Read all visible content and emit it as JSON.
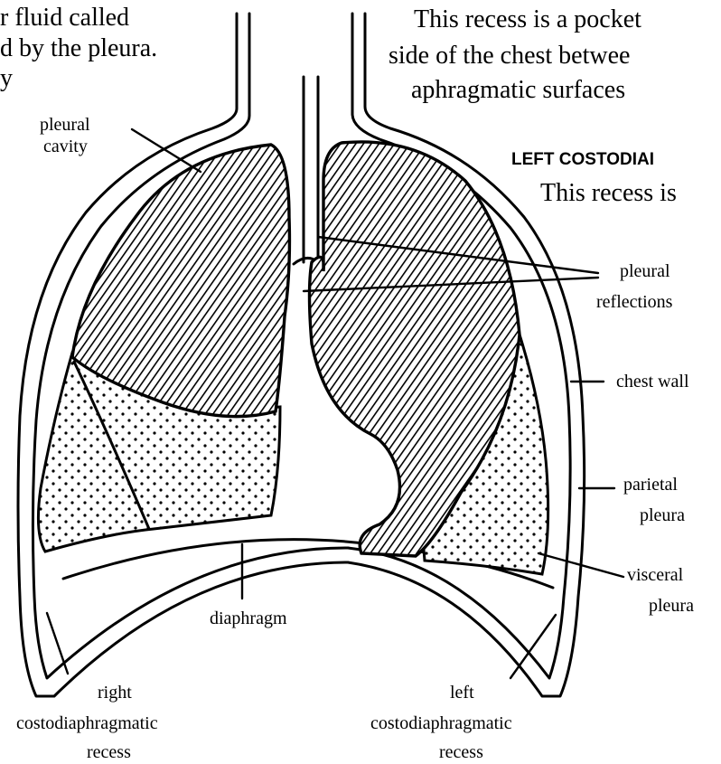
{
  "text_fragments": {
    "top_left_line1": "r fluid called",
    "top_left_line2": "d by the pleura.",
    "top_left_line3": "y",
    "top_right_line1": "This recess is a pocket",
    "top_right_line2": "side of the chest betwee",
    "top_right_line3": "aphragmatic surfaces",
    "left_costo_heading": "LEFT COSTODIAI",
    "left_costo_line": "This recess is"
  },
  "labels": {
    "pleural_cavity_1": "pleural",
    "pleural_cavity_2": "cavity",
    "pleural_reflections_1": "pleural",
    "pleural_reflections_2": "reflections",
    "chest_wall": "chest wall",
    "parietal_pleura_1": "parietal",
    "parietal_pleura_2": "pleura",
    "visceral_pleura_1": "visceral",
    "visceral_pleura_2": "pleura",
    "diaphragm": "diaphragm",
    "right_recess_1": "right",
    "right_recess_2": "costodiaphragmatic",
    "right_recess_3": "recess",
    "left_recess_1": "left",
    "left_recess_2": "costodiaphragmatic",
    "left_recess_3": "recess"
  }
}
